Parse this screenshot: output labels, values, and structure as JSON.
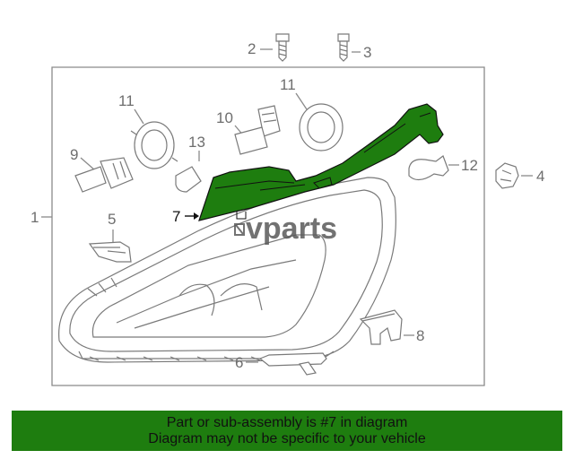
{
  "callouts": {
    "c1": "1",
    "c2": "2",
    "c3": "3",
    "c4": "4",
    "c5": "5",
    "c6": "6",
    "c7": "7",
    "c8": "8",
    "c9": "9",
    "c10": "10",
    "c11a": "11",
    "c11b": "11",
    "c12": "12",
    "c13": "13"
  },
  "highlighted_part": "7",
  "highlight_color": "#1e7d0f",
  "watermark": "vparts",
  "banner": {
    "line1": "Part or sub-assembly is #7 in diagram",
    "line2": "Diagram may not be specific to your vehicle",
    "color": "#1e7d0f"
  }
}
